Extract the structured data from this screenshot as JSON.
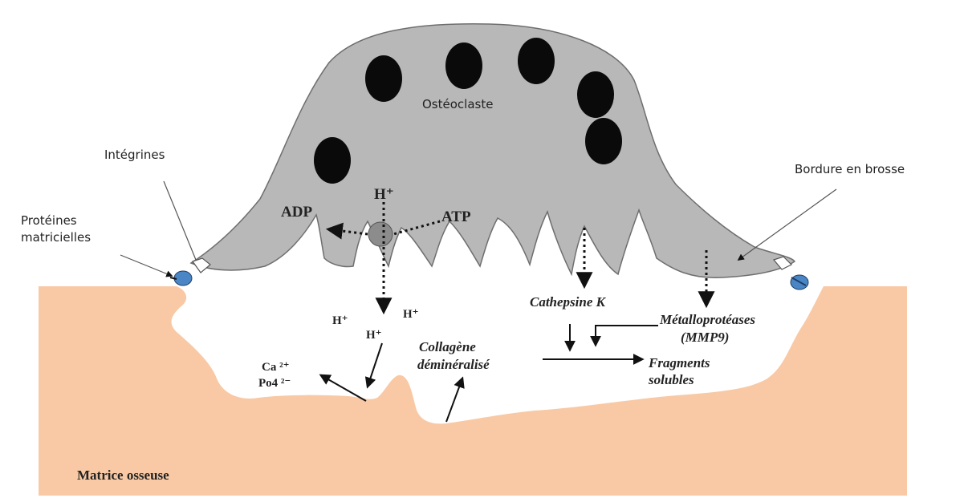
{
  "labels": {
    "osteoclast": "Ostéoclaste",
    "integrins": "Intégrines",
    "matrix_proteins_1": "Protéines",
    "matrix_proteins_2": "matricielles",
    "brush_border": "Bordure en brosse",
    "adp": "ADP",
    "atp": "ATP",
    "h_top": "H⁺",
    "h_left": "H⁺",
    "h_mid": "H⁺",
    "h_right": "H⁺",
    "ca": "Ca ²⁺",
    "po4": "Po4 ²⁻",
    "collagen_1": "Collagène",
    "collagen_2": "déminéralisé",
    "cathepsin": "Cathepsine K",
    "mmp_1": "Métalloprotéases",
    "mmp_2": "(MMP9)",
    "fragments_1": "Fragments",
    "fragments_2": "solubles",
    "bone_matrix": "Matrice osseuse"
  },
  "colors": {
    "bone": "#f8c9a4",
    "cell": "#b8b8b8",
    "cell_outline": "#6e6e6e",
    "nucleus": "#0a0a0a",
    "integrin_blue": "#4a86c5",
    "pump": "#8c8c8c"
  }
}
